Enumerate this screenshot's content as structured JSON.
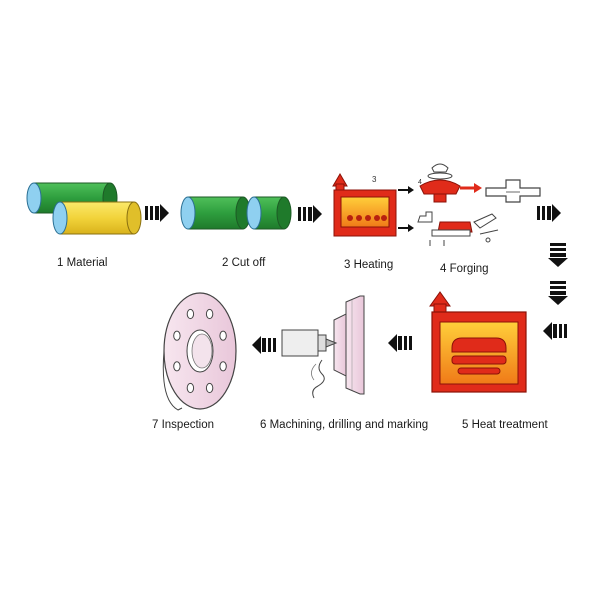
{
  "steps": [
    {
      "label": "1 Material"
    },
    {
      "label": "2 Cut off"
    },
    {
      "label": "3 Heating"
    },
    {
      "label": "4 Forging"
    },
    {
      "label": "5 Heat treatment"
    },
    {
      "label": "6 Machining, drilling and marking"
    },
    {
      "label": "7 Inspection"
    }
  ],
  "furnace_number": "3",
  "forging_number": "4",
  "colors": {
    "green": "#2e9e3e",
    "yellow": "#f2d93a",
    "blue": "#7ec6ea",
    "red": "#e02b1a",
    "orange": "#f28c1d",
    "pink": "#f2d8e8",
    "arrow": "#111111"
  }
}
